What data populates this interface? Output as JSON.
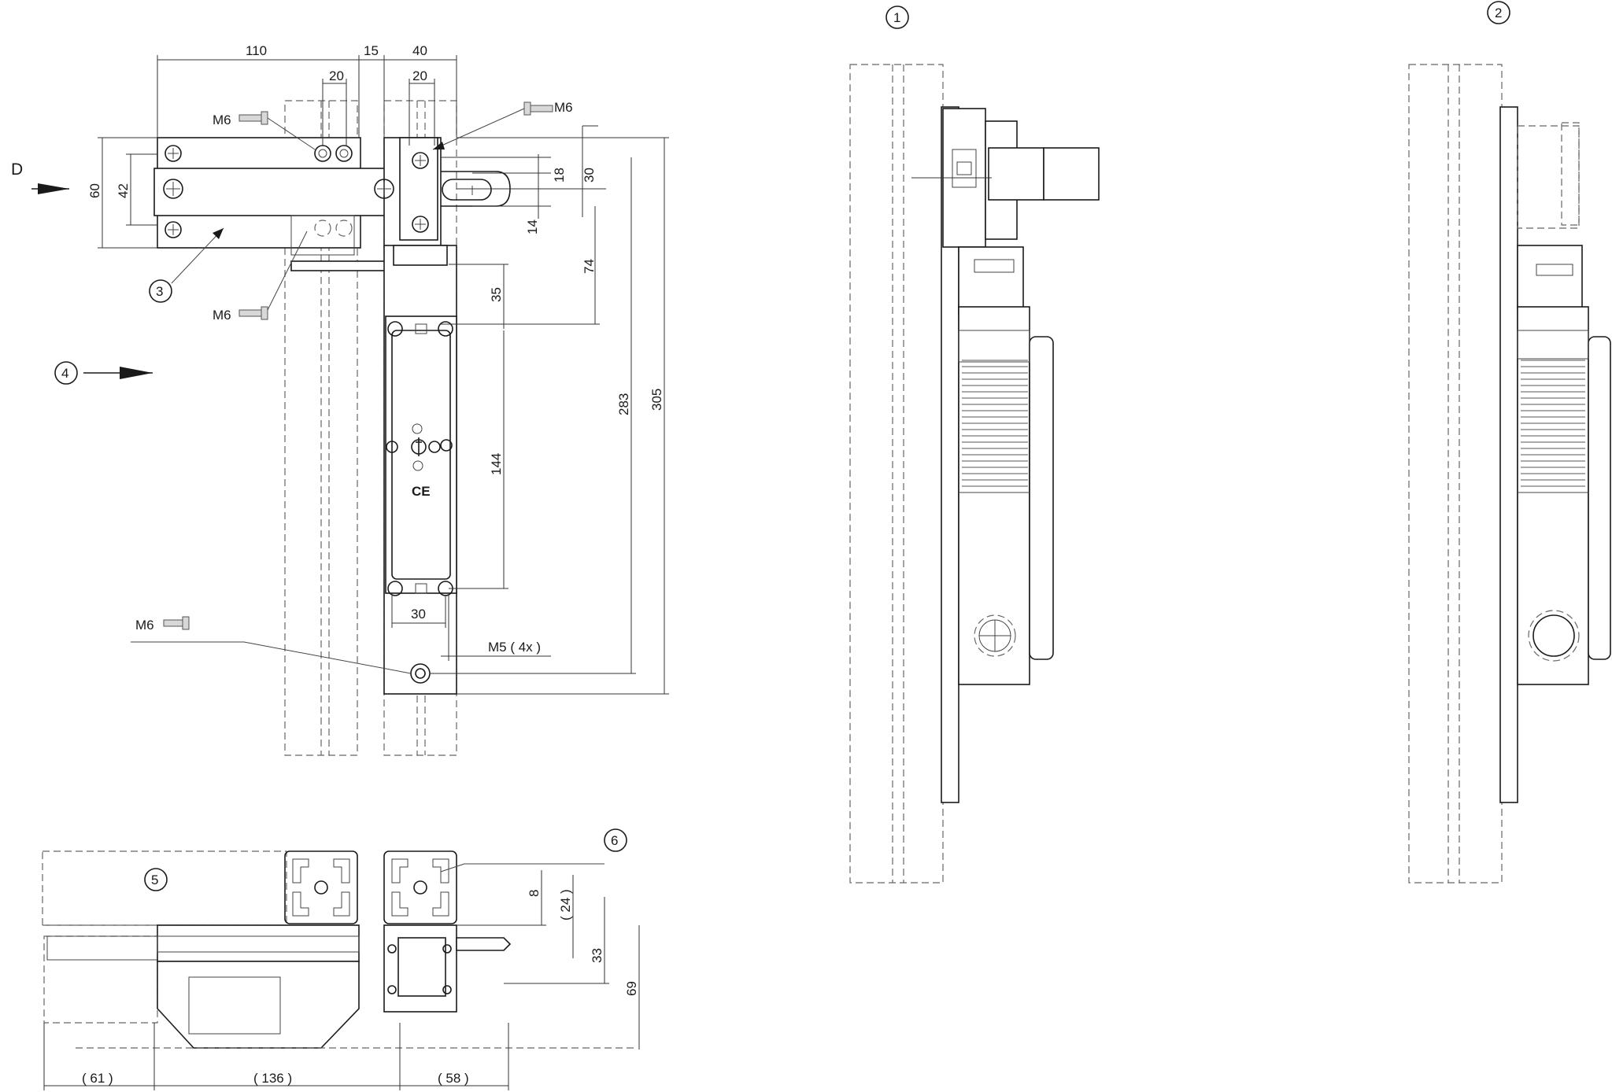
{
  "front_view": {
    "dims": {
      "top_a": "110",
      "top_b": "15",
      "top_c": "40",
      "top_d1": "20",
      "top_d2": "20",
      "left_a": "60",
      "left_b": "42",
      "right_18": "18",
      "right_30": "30",
      "right_14": "14",
      "right_74": "74",
      "right_35": "35",
      "right_144": "144",
      "right_283": "283",
      "right_305": "305",
      "bottom_30": "30",
      "m5": "M5 ( 4x )"
    },
    "bolts": {
      "m6_top_left": "M6",
      "m6_top_right": "M6",
      "m6_mid": "M6",
      "m6_bottom": "M6"
    },
    "direction_label": "D",
    "callout_3": "3",
    "callout_4": "4",
    "ce_mark": "CE"
  },
  "bottom_view": {
    "callout_5": "5",
    "callout_6": "6",
    "dims": {
      "d8": "8",
      "d24": "( 24 )",
      "d33": "33",
      "d69": "69",
      "w61": "( 61 )",
      "w136": "( 136 )",
      "w58": "( 58 )"
    }
  },
  "side_views": {
    "callout_1": "1",
    "callout_2": "2"
  }
}
